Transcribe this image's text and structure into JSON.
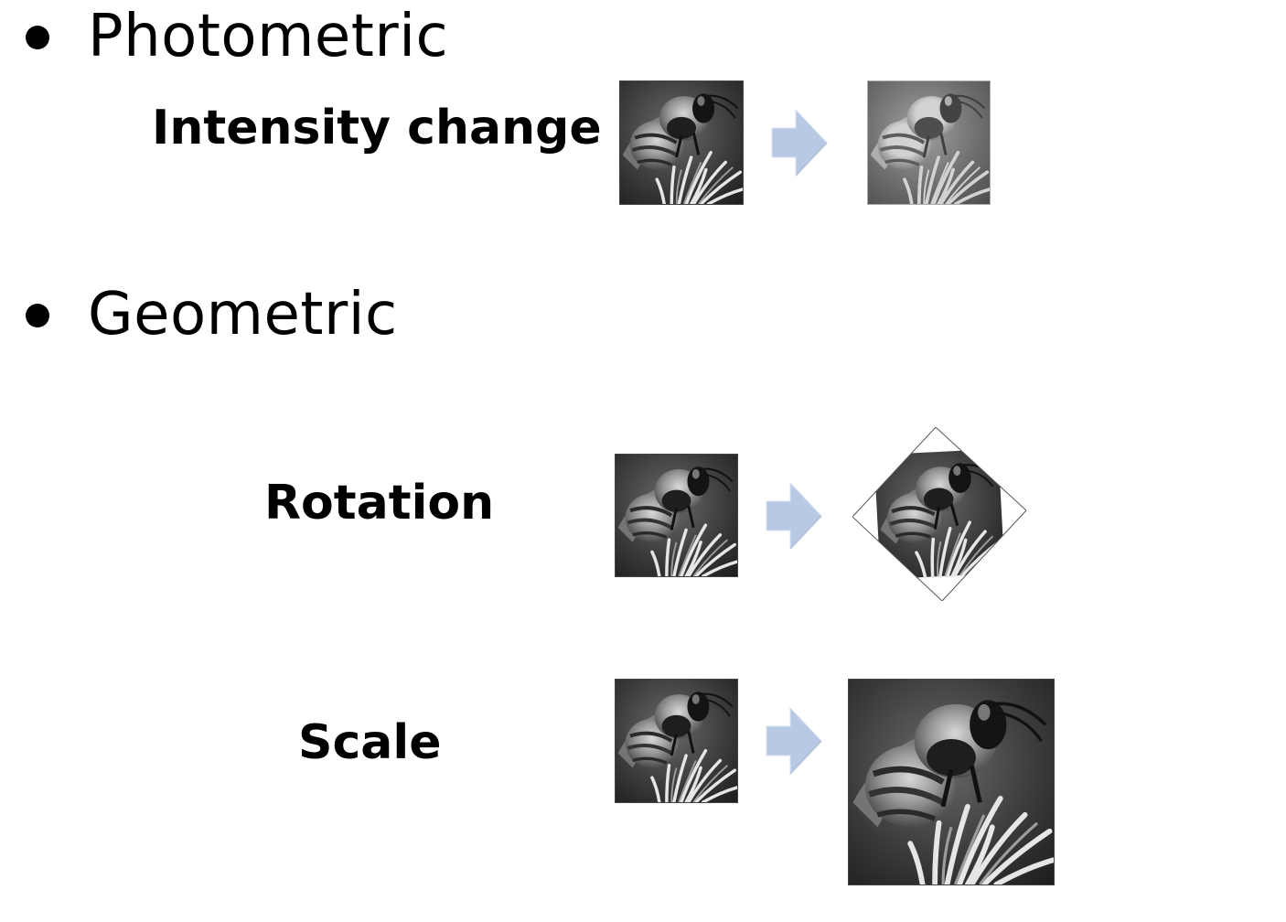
{
  "sections": {
    "photometric": {
      "bullet": "•",
      "title": "Photometric",
      "rows": [
        {
          "label": "Intensity change",
          "transform": "intensity",
          "before_icon": "bee-photo-icon",
          "after_icon": "bee-photo-bright-icon"
        }
      ]
    },
    "geometric": {
      "bullet": "•",
      "title": "Geometric",
      "rows": [
        {
          "label": "Rotation",
          "transform": "rotation",
          "before_icon": "bee-photo-icon",
          "after_icon": "bee-photo-rotated-icon"
        },
        {
          "label": "Scale",
          "transform": "scale",
          "before_icon": "bee-photo-icon",
          "after_icon": "bee-photo-large-icon"
        }
      ]
    }
  },
  "arrow": {
    "icon": "right-arrow-icon",
    "color": "#b8c9e3"
  },
  "colors": {
    "text": "#000000",
    "background": "#ffffff"
  }
}
